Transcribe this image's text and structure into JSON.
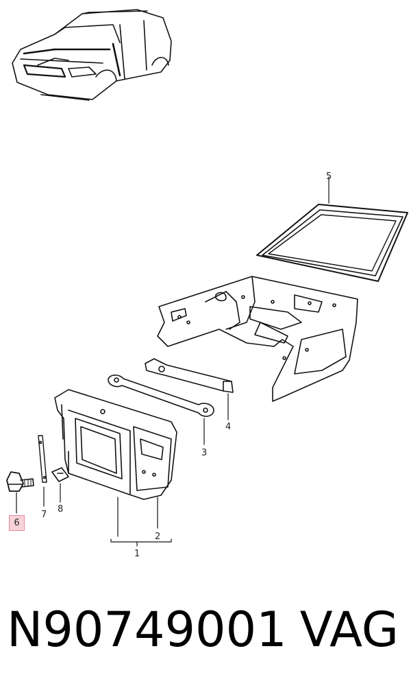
{
  "parts": {
    "p1": "1",
    "p2": "2",
    "p3": "3",
    "p4": "4",
    "p5": "5",
    "p6": "6",
    "p7": "7",
    "p8": "8"
  },
  "highlighted_part": "6",
  "caption": {
    "part_number": "N90749001",
    "brand": "VAG"
  }
}
